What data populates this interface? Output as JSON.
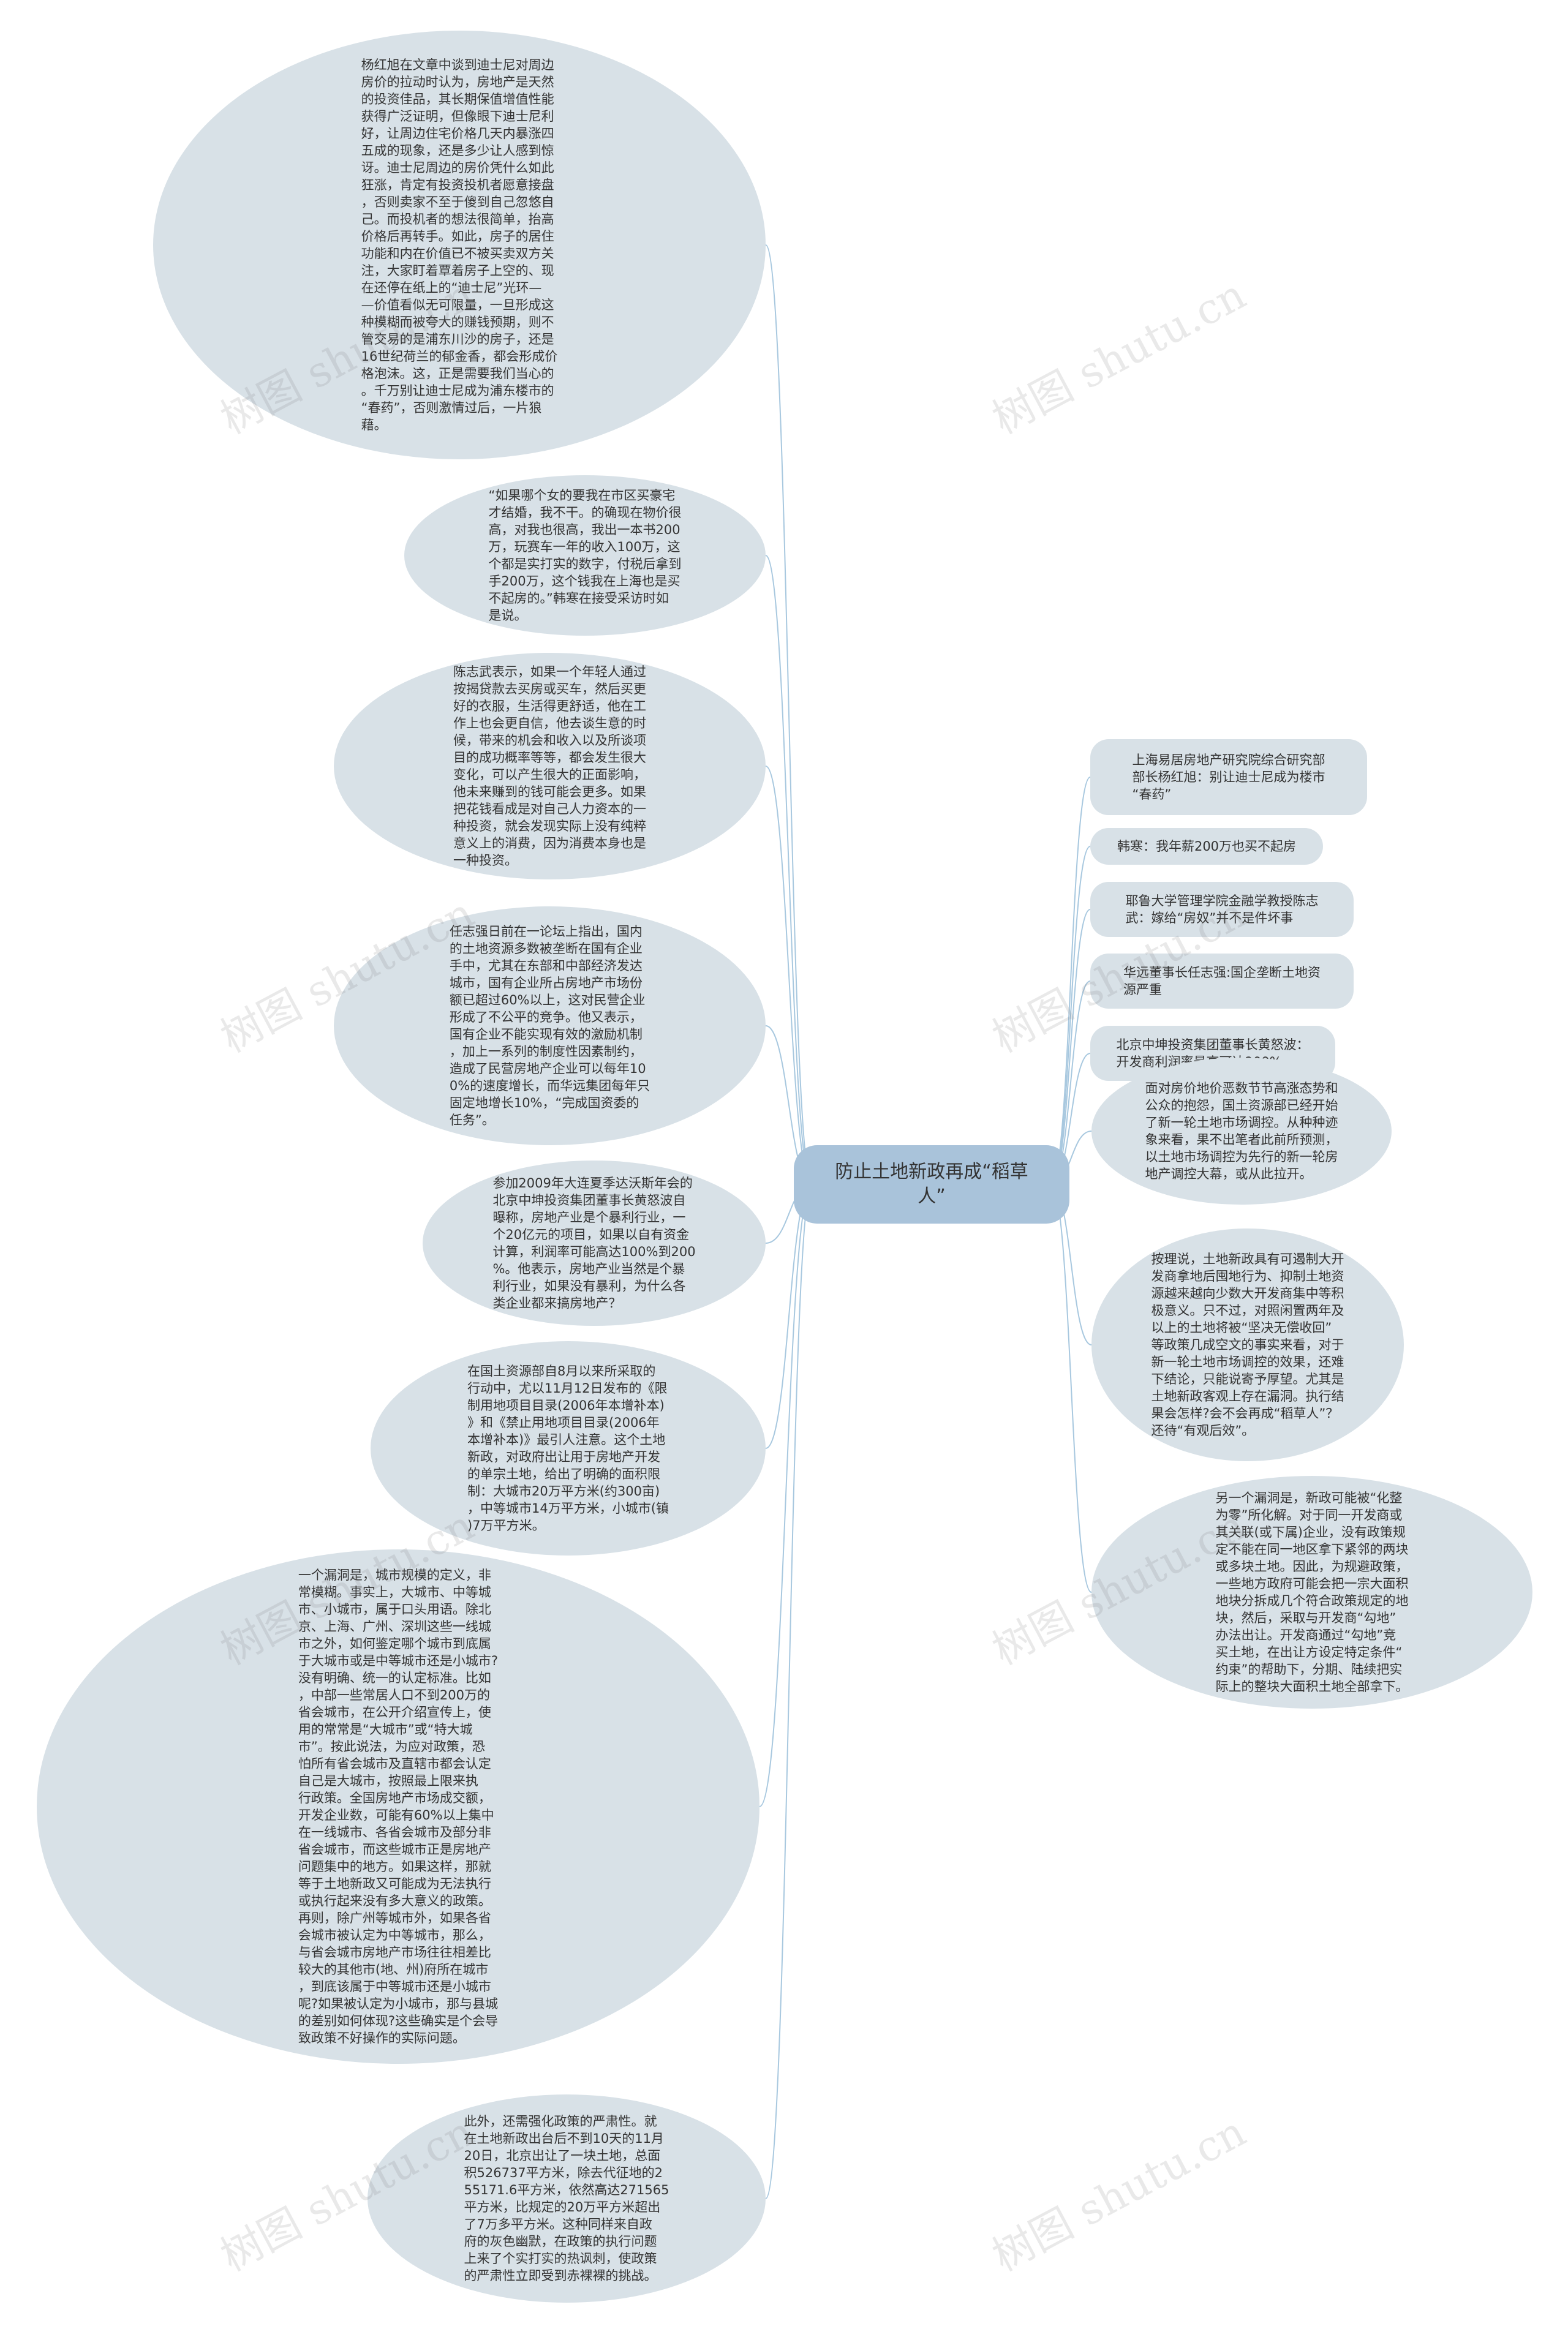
{
  "root": {
    "label": "防止土地新政再成“稻草\n人”"
  },
  "right_nodes": [
    {
      "text": "上海易居房地产研究院综合研究部\n部长杨红旭：别让迪士尼成为楼市\n“春药”"
    },
    {
      "text": "韩寒：我年薪200万也买不起房"
    },
    {
      "text": "耶鲁大学管理学院金融学教授陈志\n武：嫁给“房奴”并不是件坏事"
    },
    {
      "text": "华远董事长任志强:国企垄断土地资\n源严重"
    },
    {
      "text": "北京中坤投资集团董事长黄怒波：\n开发商利润率最高可达200%"
    },
    {
      "text": "面对房价地价恶数节节高涨态势和\n公众的抱怨，国土资源部已经开始\n了新一轮土地市场调控。从种种迹\n象来看，果不出笔者此前所预测，\n以土地市场调控为先行的新一轮房\n地产调控大幕，或从此拉开。"
    },
    {
      "text": "按理说，土地新政具有可遏制大开\n发商拿地后囤地行为、抑制土地资\n源越来越向少数大开发商集中等积\n极意义。只不过，对照闲置两年及\n以上的土地将被“坚决无偿收回”\n等政策几成空文的事实来看，对于\n新一轮土地市场调控的效果，还难\n下结论，只能说寄予厚望。尤其是\n土地新政客观上存在漏洞。执行结\n果会怎样?会不会再成“稻草人”？\n还待“有观后效”。"
    },
    {
      "text": "另一个漏洞是，新政可能被“化整\n为零”所化解。对于同一开发商或\n其关联(或下属)企业，没有政策规\n定不能在同一地区拿下紧邻的两块\n或多块土地。因此，为规避政策，\n一些地方政府可能会把一宗大面积\n地块分拆成几个符合政策规定的地\n块，然后，采取与开发商“勾地”\n办法出让。开发商通过“勾地”竞\n买土地，在出让方设定特定条件“\n约束”的帮助下，分期、陆续把实\n际上的整块大面积土地全部拿下。"
    }
  ],
  "left_nodes": [
    {
      "text": "杨红旭在文章中谈到迪士尼对周边\n房价的拉动时认为，房地产是天然\n的投资佳品，其长期保值增值性能\n获得广泛证明，但像眼下迪士尼利\n好，让周边住宅价格几天内暴涨四\n五成的现象，还是多少让人感到惊\n讶。迪士尼周边的房价凭什么如此\n狂涨，肯定有投资投机者愿意接盘\n，否则卖家不至于傻到自己忽悠自\n己。而投机者的想法很简单，抬高\n价格后再转手。如此，房子的居住\n功能和内在价值已不被买卖双方关\n注，大家盯着覃着房子上空的、现\n在还停在纸上的“迪士尼”光环—\n—价值看似无可限量，一旦形成这\n种模糊而被夸大的赚钱预期，则不\n管交易的是浦东川沙的房子，还是\n16世纪荷兰的郁金香，都会形成价\n格泡沫。这，正是需要我们当心的\n。千万别让迪士尼成为浦东楼市的\n“春药”，否则激情过后，一片狼\n藉。"
    },
    {
      "text": "“如果哪个女的要我在市区买豪宅\n才结婚，我不干。的确现在物价很\n高，对我也很高，我出一本书200\n万，玩赛车一年的收入100万，这\n个都是实打实的数字，付税后拿到\n手200万，这个钱我在上海也是买\n不起房的。”韩寒在接受采访时如\n是说。"
    },
    {
      "text": "陈志武表示，如果一个年轻人通过\n按揭贷款去买房或买车，然后买更\n好的衣服，生活得更舒适，他在工\n作上也会更自信，他去谈生意的时\n候，带来的机会和收入以及所谈项\n目的成功概率等等，都会发生很大\n变化，可以产生很大的正面影响，\n他未来赚到的钱可能会更多。如果\n把花钱看成是对自己人力资本的一\n种投资，就会发现实际上没有纯粹\n意义上的消费，因为消费本身也是\n一种投资。"
    },
    {
      "text": "任志强日前在一论坛上指出，国内\n的土地资源多数被垄断在国有企业\n手中，尤其在东部和中部经济发达\n城市，国有企业所占房地产市场份\n额已超过60%以上，这对民营企业\n形成了不公平的竞争。他又表示，\n国有企业不能实现有效的激励机制\n，加上一系列的制度性因素制约，\n造成了民营房地产企业可以每年10\n0%的速度增长，而华远集团每年只\n固定地增长10%，“完成国资委的\n任务”。"
    },
    {
      "text": "参加2009年大连夏季达沃斯年会的\n北京中坤投资集团董事长黄怒波自\n曝称，房地产业是个暴利行业，一\n个20亿元的项目，如果以自有资金\n计算，利润率可能高达100%到200\n%。他表示，房地产业当然是个暴\n利行业，如果没有暴利，为什么各\n类企业都来搞房地产？"
    },
    {
      "text": "在国土资源部自8月以来所采取的\n行动中，尤以11月12日发布的《限\n制用地项目目录(2006年本增补本)\n》和《禁止用地项目目录(2006年\n本增补本)》最引人注意。这个土地\n新政，对政府出让用于房地产开发\n的单宗土地，给出了明确的面积限\n制：大城市20万平方米(约300亩)\n，中等城市14万平方米，小城市(镇\n)7万平方米。"
    },
    {
      "text": "一个漏洞是，城市规模的定义，非\n常模糊。事实上，大城市、中等城\n市、小城市，属于口头用语。除北\n京、上海、广州、深圳这些一线城\n市之外，如何鉴定哪个城市到底属\n于大城市或是中等城市还是小城市?\n没有明确、统一的认定标准。比如\n，中部一些常居人口不到200万的\n省会城市，在公开介绍宣传上，使\n用的常常是“大城市”或“特大城\n市”。按此说法，为应对政策，恐\n怕所有省会城市及直辖市都会认定\n自己是大城市，按照最上限来执\n行政策。全国房地产市场成交额，\n开发企业数，可能有60%以上集中\n在一线城市、各省会城市及部分非\n省会城市，而这些城市正是房地产\n问题集中的地方。如果这样，那就\n等于土地新政又可能成为无法执行\n或执行起来没有多大意义的政策。\n再则，除广州等城市外，如果各省\n会城市被认定为中等城市，那么，\n与省会城市房地产市场往往相差比\n较大的其他市(地、州)府所在城市\n，到底该属于中等城市还是小城市\n呢?如果被认定为小城市，那与县城\n的差别如何体现?这些确实是个会导\n致政策不好操作的实际问题。"
    },
    {
      "text": "此外，还需强化政策的严肃性。就\n在土地新政出台后不到10天的11月\n20日，北京出让了一块土地，总面\n积526737平方米，除去代征地的2\n55171.6平方米，依然高达271565\n平方米，比规定的20万平方米超出\n了7万多平方米。这种同样来自政\n府的灰色幽默，在政策的执行问题\n上来了个实打实的热讽刺，使政策\n的严肃性立即受到赤裸裸的挑战。"
    }
  ],
  "watermark": "树图 shutu.cn",
  "colors": {
    "node_fill": "#d8e1e7",
    "root_fill": "#a9c3da",
    "link": "#a8c8df"
  }
}
